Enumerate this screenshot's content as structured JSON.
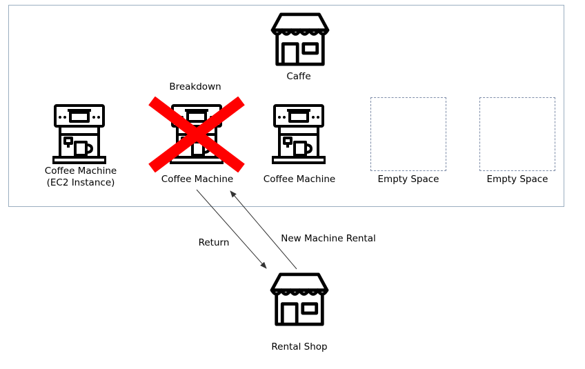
{
  "diagram": {
    "cafe": {
      "label": "Caffe"
    },
    "machines": [
      {
        "label_line1": "Coffee Machine",
        "label_line2": "(EC2 Instance)"
      },
      {
        "label": "Coffee Machine",
        "status": "Breakdown"
      },
      {
        "label": "Coffee Machine"
      }
    ],
    "empty_spaces": [
      {
        "label": "Empty Space"
      },
      {
        "label": "Empty Space"
      }
    ],
    "edges": {
      "return_label": "Return",
      "rental_label": "New Machine Rental"
    },
    "rental_shop": {
      "label": "Rental Shop"
    },
    "colors": {
      "frame": "#9aaec0",
      "cross": "#ff0000",
      "empty_border": "#7d8ca8",
      "arrow": "#333333"
    }
  }
}
